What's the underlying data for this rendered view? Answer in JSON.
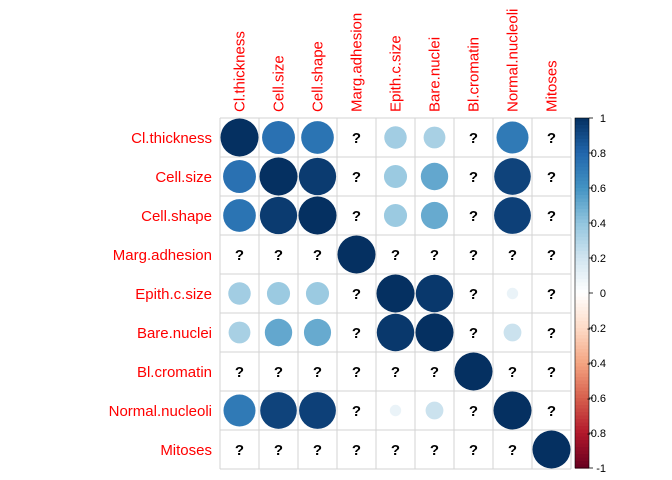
{
  "chart_data": {
    "type": "heatmap",
    "style": "corrplot-circle",
    "variables": [
      "Cl.thickness",
      "Cell.size",
      "Cell.shape",
      "Marg.adhesion",
      "Epith.c.size",
      "Bare.nuclei",
      "Bl.cromatin",
      "Normal.nucleoli",
      "Mitoses"
    ],
    "missing_symbol": "?",
    "matrix": [
      [
        1.0,
        0.75,
        0.74,
        null,
        0.35,
        0.33,
        null,
        0.71,
        null
      ],
      [
        0.75,
        1.0,
        0.96,
        null,
        0.37,
        0.52,
        null,
        0.93,
        null
      ],
      [
        0.74,
        0.96,
        1.0,
        null,
        0.37,
        0.51,
        null,
        0.94,
        null
      ],
      [
        null,
        null,
        null,
        1.0,
        null,
        null,
        null,
        null,
        null
      ],
      [
        0.35,
        0.37,
        0.37,
        null,
        1.0,
        0.97,
        null,
        0.09,
        null
      ],
      [
        0.33,
        0.52,
        0.51,
        null,
        0.97,
        1.0,
        null,
        0.22,
        null
      ],
      [
        null,
        null,
        null,
        null,
        null,
        null,
        1.0,
        null,
        null
      ],
      [
        0.71,
        0.93,
        0.94,
        null,
        0.09,
        0.22,
        null,
        1.0,
        null
      ],
      [
        null,
        null,
        null,
        null,
        null,
        null,
        null,
        null,
        1.0
      ]
    ],
    "colorbar": {
      "ticks": [
        "1",
        "0.8",
        "0.6",
        "0.4",
        "0.2",
        "0",
        "-0.2",
        "-0.4",
        "-0.6",
        "-0.8",
        "-1"
      ],
      "range": [
        -1,
        1
      ],
      "colors": [
        "#67001f",
        "#b2182b",
        "#d6604d",
        "#f4a582",
        "#fddbc7",
        "#ffffff",
        "#d1e5f0",
        "#92c5de",
        "#4393c3",
        "#2166ac",
        "#053061"
      ]
    },
    "label_color": "#ff0000",
    "grid": true
  }
}
